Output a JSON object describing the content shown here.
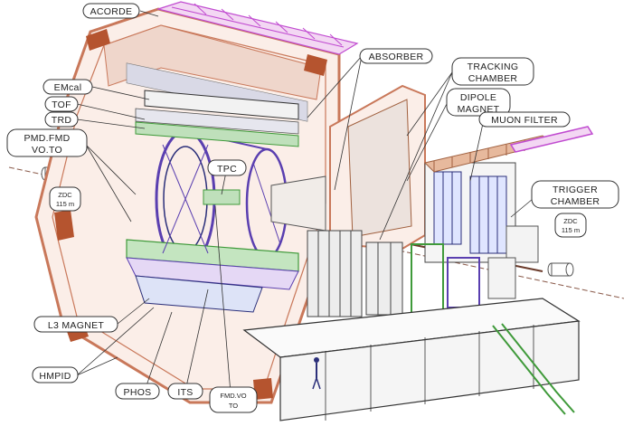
{
  "labels": {
    "acorde": "ACORDE",
    "absorber": "ABSORBER",
    "tracking_1": "TRACKING",
    "tracking_2": "CHAMBER",
    "dipole_1": "DIPOLE",
    "dipole_2": "MAGNET",
    "muon_filter": "MUON FILTER",
    "emcal": "EMcal",
    "tof": "TOF",
    "trd": "TRD",
    "pmd_1": "PMD.FMD",
    "pmd_2": "VO.TO",
    "zdc_left_1": "ZDC",
    "zdc_left_2": "115 m",
    "zdc_right_1": "ZDC",
    "zdc_right_2": "115 m",
    "tpc": "TPC",
    "trigger_1": "TRIGGER",
    "trigger_2": "CHAMBER",
    "l3_magnet": "L3 MAGNET",
    "hmpid": "HMPID",
    "phos": "PHOS",
    "its": "ITS",
    "fmd_1": "FMD.VO",
    "fmd_2": "TO"
  },
  "colors": {
    "magnet_frame": "#c9785a",
    "magnet_dark": "#b5542f",
    "purple": "#5a3fb0",
    "magenta": "#c04ad0",
    "green": "#3f9a3a",
    "dark_blue": "#2b2f7a",
    "line": "#555555"
  }
}
